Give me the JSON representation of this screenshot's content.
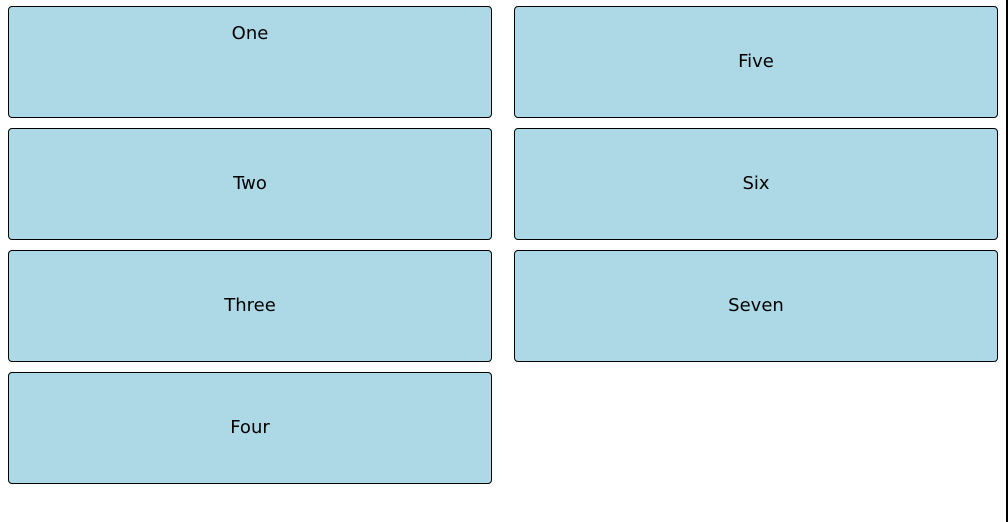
{
  "boxes": {
    "one": "One",
    "two": "Two",
    "three": "Three",
    "four": "Four",
    "five": "Five",
    "six": "Six",
    "seven": "Seven"
  },
  "colors": {
    "box_fill": "#add8e6",
    "box_border": "#000000",
    "background": "#ffffff"
  }
}
